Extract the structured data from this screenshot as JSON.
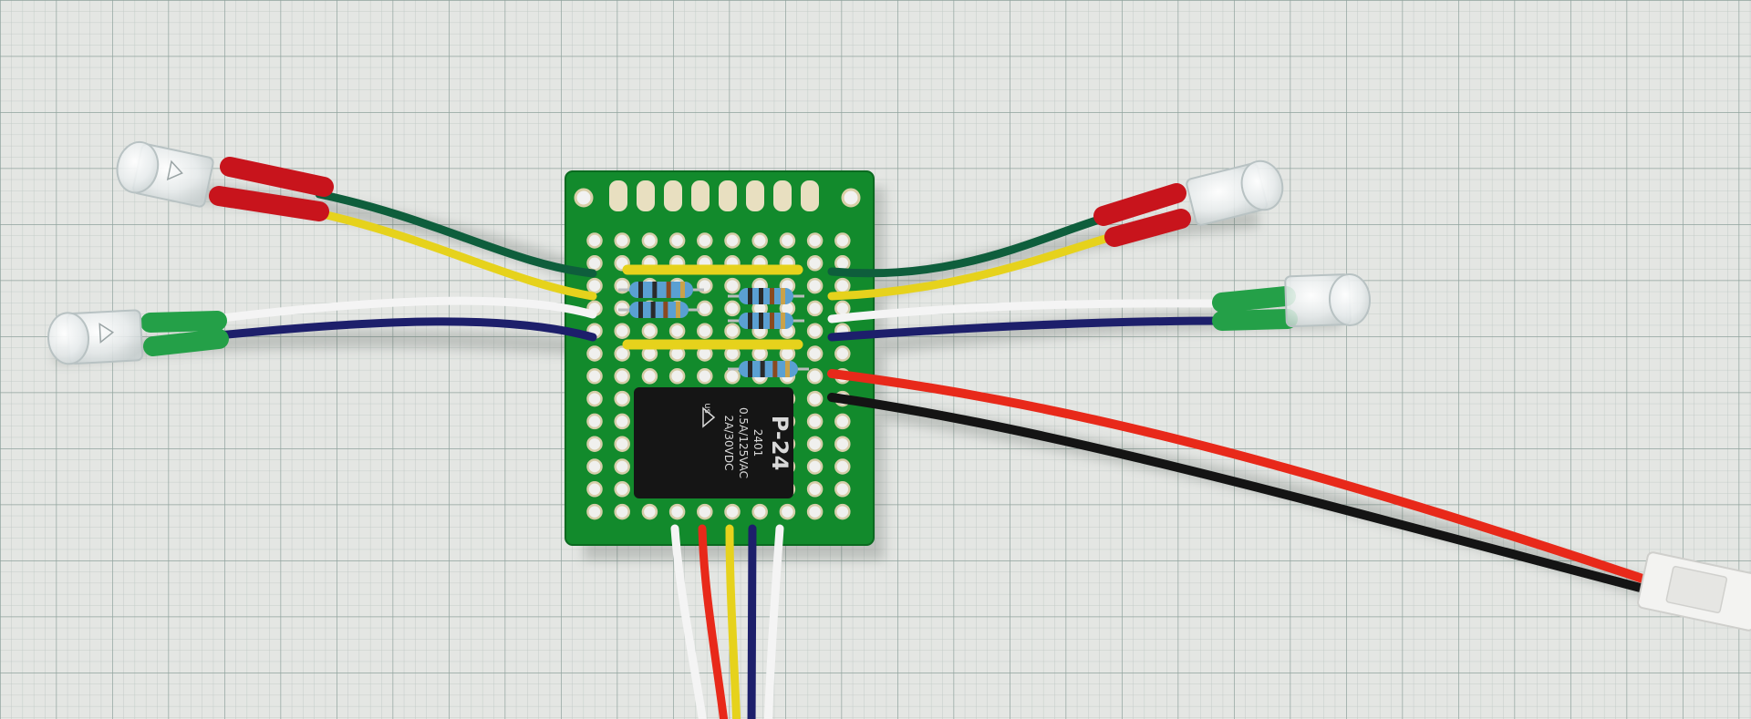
{
  "photo": {
    "subject": "perfboard-with-relay-leds-resistors-and-wires",
    "background": "graph-paper",
    "colors": {
      "paper": "#e4e6e3",
      "grid_minor": "#b9c4c0",
      "grid_major": "#8fa29c",
      "pcb": "#128a2c",
      "relay": "#151515",
      "wire_red": "#e8291a",
      "wire_green": "#0e5e3c",
      "wire_yellow": "#e6d21c",
      "wire_white": "#f4f4f4",
      "wire_navy": "#1d1f6b",
      "wire_black": "#141414",
      "heatshrink_red": "#c8141c",
      "heatshrink_green": "#24a048",
      "resistor_body": "#5aa0d2"
    }
  },
  "relay": {
    "model": "P-24",
    "rating_dc": "2A/30VDC",
    "rating_ac": "0.5A/125VAC",
    "date_code": "2401",
    "cert_mark": "us"
  }
}
